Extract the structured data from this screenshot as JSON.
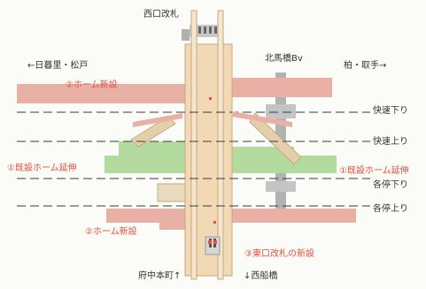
{
  "labels": {
    "west_gate": "西口改札",
    "kitakogane_bridge": "北馬橋Bv",
    "to_nippori": "←日暮里・松戸",
    "to_kashiwa": "柏・取手→",
    "platform_new_upper": "②ホーム新設",
    "platform_new_lower": "②ホーム新設",
    "platform_extend_left": "①既設ホーム延伸",
    "platform_extend_right": "①既設ホーム延伸",
    "east_gate_new": "③東口改札の新設",
    "to_fuchu": "府中本町↑",
    "to_nishifunabashi": "↓西船橋"
  },
  "tracks": {
    "rapid_down": "快速下り",
    "rapid_up": "快速上り",
    "local_down": "各停下り",
    "local_up": "各停上り"
  },
  "colors": {
    "new_platform": "#e9b0a6",
    "existing_platform": "#b3dba0",
    "concourse": "#f1d9b5",
    "concourse_stroke": "#c9a87e",
    "structure_gray": "#a9a9a9",
    "accent_red": "#e0523e",
    "track_dash": "#3a3a3a"
  }
}
